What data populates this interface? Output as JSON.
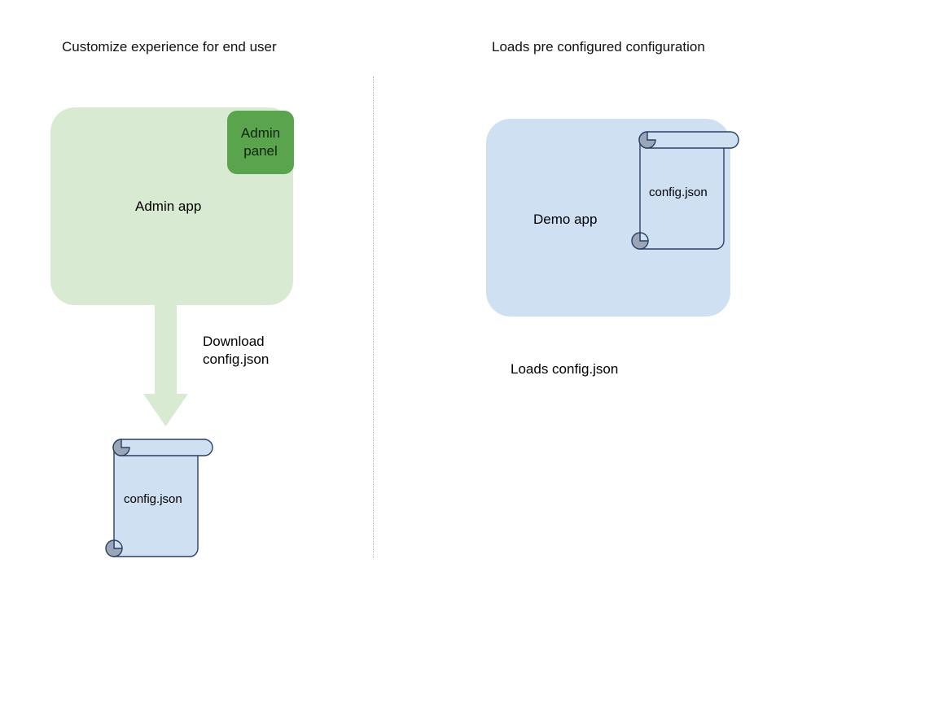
{
  "diagram": {
    "title_left": "Customize experience for end user",
    "title_right": "Loads pre configured configuration",
    "divider": {
      "style": "dotted",
      "color": "#b9b9b9"
    },
    "colors": {
      "admin_app_fill": "#d9ead3",
      "admin_panel_fill": "#5aa44d",
      "demo_app_fill": "#cfe0f3",
      "scroll_fill": "#cfe0f3",
      "scroll_stroke": "#2a3f66",
      "scroll_curl_fill": "#9aa6b8",
      "arrow_fill": "#d9ead3",
      "text": "#000000"
    },
    "left_flow": {
      "app_box": {
        "label": "Admin app",
        "panel": {
          "label_line1": "Admin",
          "label_line2": "panel",
          "name": "Admin panel"
        }
      },
      "arrow": {
        "direction": "down",
        "label_line1": "Download",
        "label_line2": "config.json",
        "label_full": "Download config.json"
      },
      "document": {
        "label": "config.json",
        "shape": "scroll"
      }
    },
    "right_flow": {
      "app_box": {
        "label": "Demo app"
      },
      "document": {
        "label": "config.json",
        "shape": "scroll"
      },
      "caption": "Loads config.json"
    }
  }
}
